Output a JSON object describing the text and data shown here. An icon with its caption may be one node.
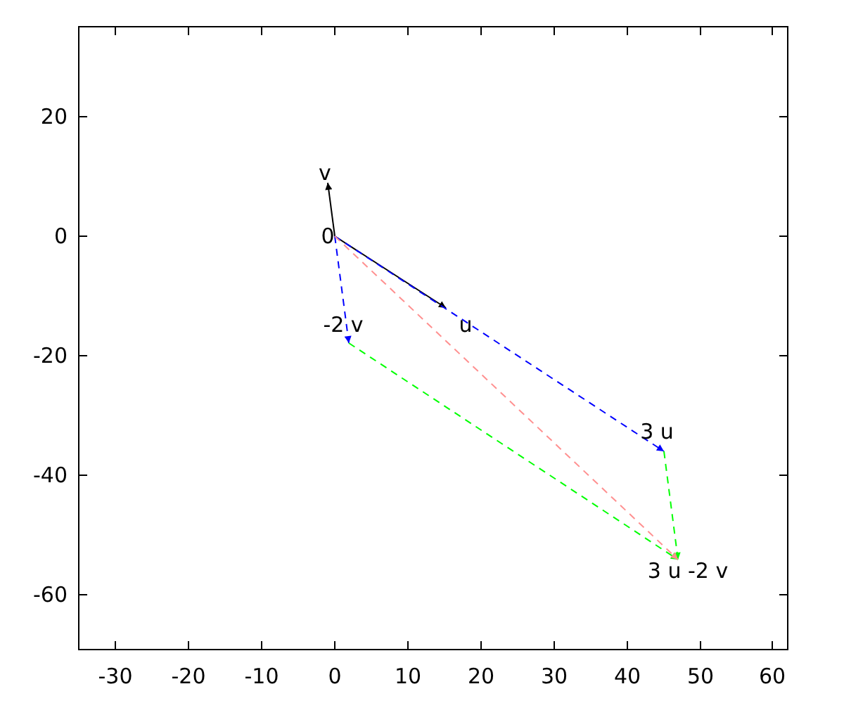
{
  "diagram": {
    "nodes": [
      {
        "text": [
          "0"
        ]
      },
      {
        "text": [
          "v"
        ]
      },
      {
        "text": [
          "u"
        ]
      },
      {
        "text": [
          "-2 v"
        ]
      },
      {
        "text": [
          "3 u"
        ]
      },
      {
        "text": [
          "3 u -2 v"
        ]
      }
    ],
    "edges": [
      {
        "from": 0,
        "to": 1,
        "arrow": "to"
      },
      {
        "from": 0,
        "to": 2,
        "arrow": "to"
      },
      {
        "from": 0,
        "to": 4,
        "arrow": "to",
        "style": "dashed",
        "color": "#0000ff"
      },
      {
        "from": 0,
        "to": 3,
        "arrow": "to",
        "style": "dashed",
        "color": "#0000ff"
      },
      {
        "from": 4,
        "to": 5,
        "arrow": "to",
        "style": "dashed",
        "color": "#00ff00"
      },
      {
        "from": 3,
        "to": 5,
        "arrow": "to",
        "style": "dashed",
        "color": "#00ff00"
      },
      {
        "from": 0,
        "to": 5,
        "arrow": "to",
        "style": "dashed",
        "color": "#ff9090"
      }
    ],
    "labels": [
      "20",
      "0",
      "-20",
      "-40",
      "-60",
      "-30",
      "-20",
      "-10",
      "0",
      "10",
      "20",
      "30",
      "40",
      "50",
      "60"
    ]
  }
}
